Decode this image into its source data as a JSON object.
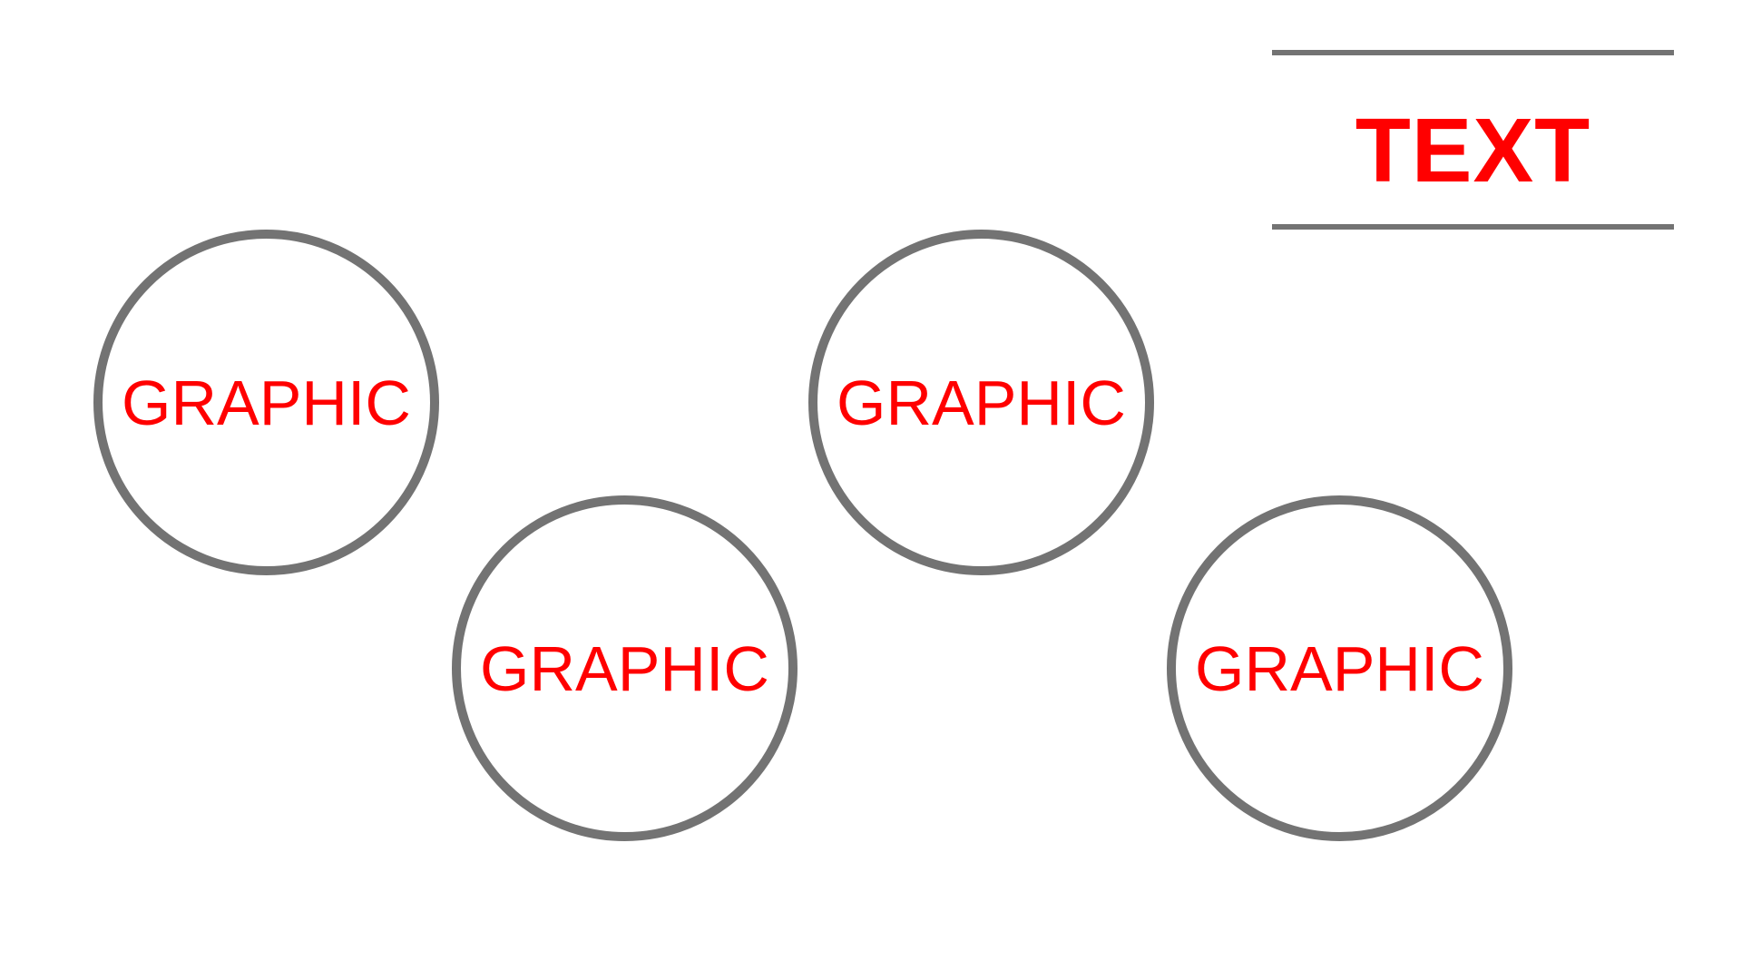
{
  "title": "TEXT",
  "circles": [
    {
      "label": "GRAPHIC"
    },
    {
      "label": "GRAPHIC"
    },
    {
      "label": "GRAPHIC"
    },
    {
      "label": "GRAPHIC"
    }
  ],
  "colors": {
    "text": "#ff0000",
    "stroke": "#737373",
    "background": "#ffffff"
  }
}
